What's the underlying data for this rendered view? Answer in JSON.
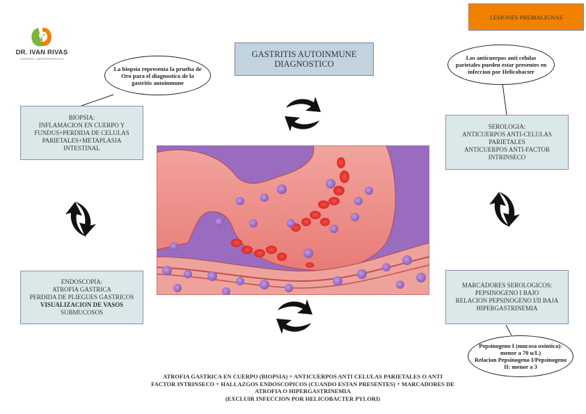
{
  "logo": {
    "name": "DR. IVAN RIVAS",
    "subtitle": "INTERNISTA - GASTROENTEROLOGO",
    "colors": {
      "green": "#7cb342",
      "orange": "#f08200"
    }
  },
  "header": {
    "badge": "LESIONES PREMALIGNAS",
    "badge_color": "#f08200",
    "title_lines": [
      "GASTRITIS AUTOINMUNE",
      "DIAGNOSTICO"
    ]
  },
  "callouts": {
    "biopsy_note": [
      "La biopsia representa la prueba de",
      "Oro para el diagnostico de la",
      "gastritis autoinmune"
    ],
    "serology_note": [
      "Los anticuerpos anti celulas",
      "parietales pueden estar presentes en",
      "infeccion por Helicobacter"
    ],
    "pepsinogen_note": [
      "Pepsinogeno I (mucosa oxintica):",
      "menor a 70 u/L)",
      "Relacion Pepsinogeno I/Pepsinogeno",
      "II: menor a 3"
    ]
  },
  "boxes": {
    "biopsia": [
      "BIOPSIA:",
      "INFLAMACION EN CUERPO Y",
      "FUNDUS+PERDIDA DE CELULAS",
      "PARIETALES+METAPLASIA",
      "INTESTINAL"
    ],
    "serologia": [
      "SEROLOGIA:",
      "ANTICUERPOS ANTI-CELULAS",
      "PARIETALES",
      "ANTICUERPOS ANTI-FACTOR",
      "INTRINSECO"
    ],
    "endoscopia": {
      "lines": [
        "ENDOSCOPIA:",
        "ATROFIA GASTRICA",
        "PERDIDA DE PLIEGUES GASTRICOS"
      ],
      "bold_line": "VISUALIZACION DE VASOS",
      "last_line": "SUBMUCOSOS"
    },
    "marcadores": [
      "MARCADORES SEROLOGICOS:",
      "PEPSINOGENO I BAJO",
      "RELACION PEPSINOGENO I/II BAJA",
      "HIPERGASTRINEMIA"
    ]
  },
  "summary": [
    "ATROFIA GASTRICA EN CUERPO (BIOPSIA) + ANTICUERPOS ANTI CELULAS PARIETALES O ANTI",
    "FACTOR INTRINSECO + HALLAZGOS ENDOSCOPICOS (CUANDO ESTAN PRESENTES) + MARCADORES DE",
    "ATROFIA O HIPERGASTRINEMIA",
    "(EXCLUIR INFECCION POR HELICOBACTER PYLORI)"
  ],
  "illustration": {
    "subject": "gastric mucosa with inflammatory cells and red blood cells",
    "colors": {
      "background": "#8b5fb0",
      "tissue": "#e8847f",
      "rbc": "#e0251c",
      "cells": "#9a6cc4"
    }
  }
}
